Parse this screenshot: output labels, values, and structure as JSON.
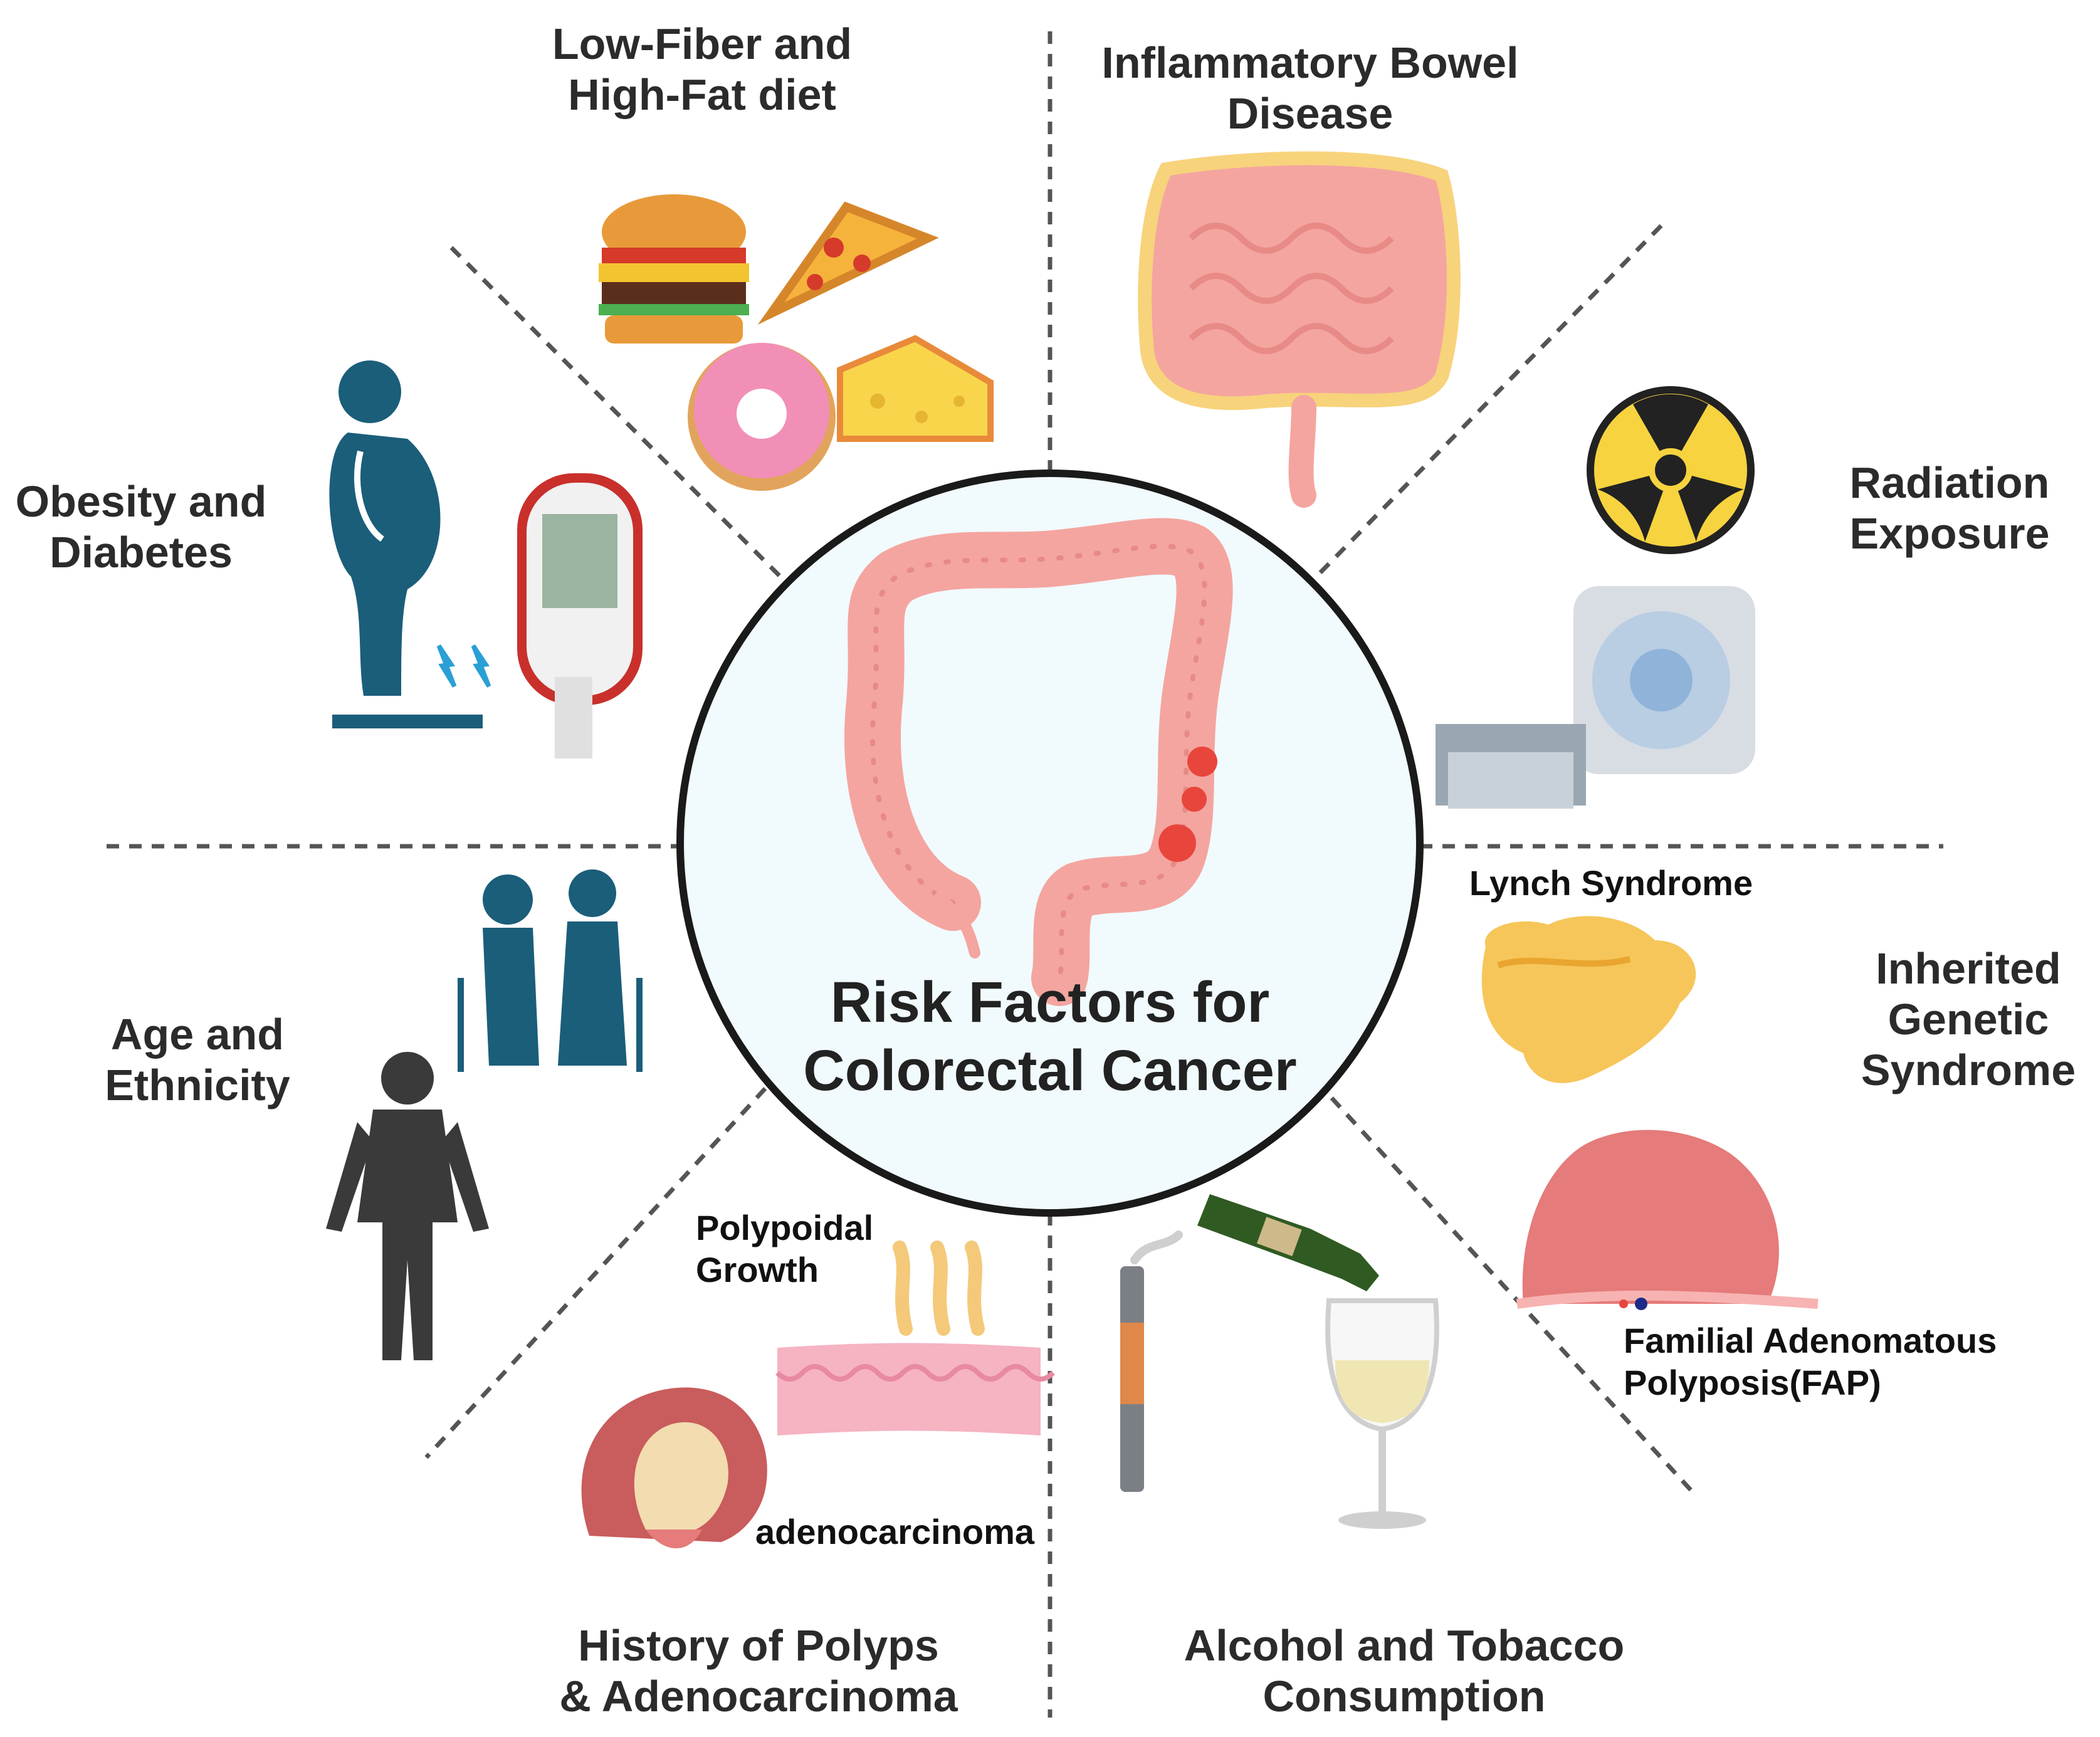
{
  "center": {
    "title_lines": [
      "Risk Factors for",
      "Colorectal Cancer"
    ]
  },
  "factors": {
    "diet": {
      "lines": [
        "Low-Fiber and",
        "High-Fat diet"
      ]
    },
    "ibd": {
      "lines": [
        "Inflammatory Bowel",
        "Disease"
      ]
    },
    "obesity": {
      "lines": [
        "Obesity and",
        "Diabetes"
      ]
    },
    "radiation": {
      "lines": [
        "Radiation",
        "Exposure"
      ]
    },
    "age": {
      "lines": [
        "Age and",
        "Ethnicity"
      ]
    },
    "genetic": {
      "lines": [
        "Inherited",
        "Genetic",
        "Syndrome"
      ],
      "lynch": "Lynch Syndrome",
      "fap_lines": [
        "Familial Adenomatous",
        "Polyposis(FAP)"
      ]
    },
    "polyps": {
      "lines": [
        "History of Polyps",
        "& Adenocarcinoma"
      ],
      "growth_lines": [
        "Polypoidal",
        "Growth"
      ],
      "adeno": "adenocarcinoma"
    },
    "alcohol": {
      "lines": [
        "Alcohol and Tobacco",
        "Consumption"
      ]
    }
  },
  "colors": {
    "colon": "#f4a5a0",
    "colon_dark": "#e88a86",
    "tumor": "#e8463c",
    "teal": "#1b5e7a",
    "figure_dark": "#3a3a3a",
    "circle_fill": "#f1fafd",
    "yellow": "#f6d33f"
  }
}
